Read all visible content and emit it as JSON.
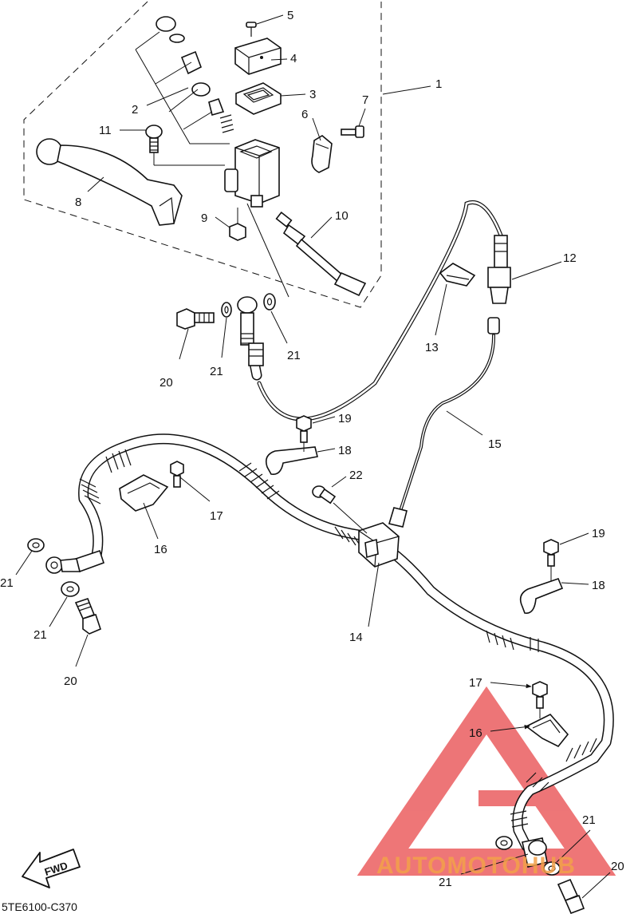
{
  "diagram_code": "5TE6100-C370",
  "fwd_label": "FWD",
  "watermark": "AUTOMOTOHUB",
  "labels": {
    "l1": "1",
    "l2": "2",
    "l3": "3",
    "l4": "4",
    "l5": "5",
    "l6": "6",
    "l7": "7",
    "l8": "8",
    "l9": "9",
    "l10": "10",
    "l11": "11",
    "l12": "12",
    "l13": "13",
    "l14": "14",
    "l15": "15",
    "l16a": "16",
    "l16b": "16",
    "l17a": "17",
    "l17b": "17",
    "l18a": "18",
    "l18b": "18",
    "l19a": "19",
    "l19b": "19",
    "l20a": "20",
    "l20b": "20",
    "l20c": "20",
    "l21a": "21",
    "l21b": "21",
    "l21c": "21",
    "l21d": "21",
    "l21e": "21",
    "l21f": "21",
    "l22": "22"
  },
  "colors": {
    "line": "#111111",
    "watermark_red": "#e8484a",
    "watermark_orange": "#f3a14a",
    "watermark_gray": "#8a8a8a"
  }
}
